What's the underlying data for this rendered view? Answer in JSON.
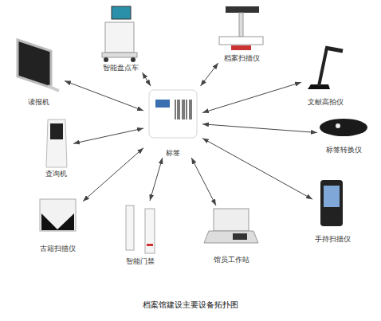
{
  "diagram": {
    "caption": "档案馆建设主要设备拓扑图",
    "nodes": [
      {
        "text": [
          "智能盘点车"
        ]
      },
      {
        "text": [
          "档案扫描仪"
        ]
      },
      {
        "text": [
          "读报机"
        ]
      },
      {
        "text": [
          "文献高拍仪"
        ]
      },
      {
        "text": [
          "标签"
        ]
      },
      {
        "text": [
          "查询机"
        ]
      },
      {
        "text": [
          "标签转换仪"
        ]
      },
      {
        "text": [
          "古籍扫描仪"
        ]
      },
      {
        "text": [
          "手持扫描仪"
        ]
      },
      {
        "text": [
          "智能门禁"
        ]
      },
      {
        "text": [
          "馆员工作站"
        ]
      }
    ],
    "edges": [
      {
        "from": 4,
        "to": 0,
        "arrow": "both"
      },
      {
        "from": 4,
        "to": 1,
        "arrow": "both"
      },
      {
        "from": 4,
        "to": 2,
        "arrow": "both"
      },
      {
        "from": 4,
        "to": 3,
        "arrow": "both"
      },
      {
        "from": 4,
        "to": 5,
        "arrow": "both"
      },
      {
        "from": 4,
        "to": 6,
        "arrow": "both"
      },
      {
        "from": 4,
        "to": 7,
        "arrow": "both"
      },
      {
        "from": 4,
        "to": 8,
        "arrow": "both"
      },
      {
        "from": 4,
        "to": 9,
        "arrow": "both"
      },
      {
        "from": 4,
        "to": 10,
        "arrow": "both"
      }
    ]
  }
}
